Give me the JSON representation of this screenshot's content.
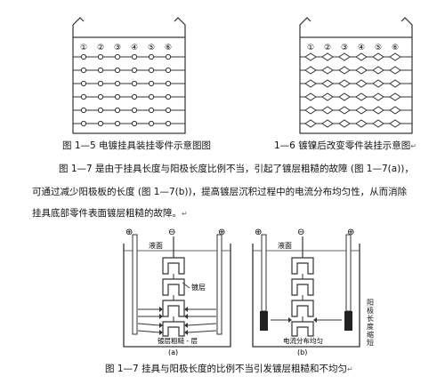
{
  "figure_1_5": {
    "hook_numbers": [
      "①",
      "②",
      "③",
      "④",
      "⑤",
      "⑥"
    ],
    "caption": "图 1—5 电镀挂具装挂零件示意图图"
  },
  "figure_1_6": {
    "hook_numbers": [
      "①",
      "②",
      "③",
      "④",
      "⑤",
      "⑥"
    ],
    "caption": "1—6 镀镍后改变零件装挂示意图",
    "caption_mark": "↵"
  },
  "paragraph": {
    "line1": "图 1—7 是由于挂具长度与阳极长度比例不当，引起了镀层粗糙的故障 (图 1—7(a))，",
    "line2": "可通过减少阳极板的长度 (图 1—7(b))，提高镀层沉积过程中的电流分布均匀性，从而消除",
    "line3": "挂具底部零件表面镀层粗糙的故障。",
    "line3_mark": "↵"
  },
  "figure_1_7": {
    "panel_a": {
      "electrode_symbols": [
        "⊕",
        "⊖",
        "⊕"
      ],
      "liquid_label": "液面",
      "coating_label": "镀层",
      "rough_label": "镀层粗糙 - 层",
      "panel_label": "(a)"
    },
    "panel_b": {
      "electrode_symbols": [
        "⊕",
        "⊖",
        "⊕"
      ],
      "liquid_label": "液面",
      "side_label_chars": [
        "阳",
        "极",
        "长",
        "度",
        "缩",
        "短"
      ],
      "current_label": "电流分布均匀",
      "panel_label": "(b)"
    },
    "caption": "图 1—7 挂具与阳极长度的比例不当引发镀层粗糙和不均匀",
    "caption_mark": "↵"
  }
}
